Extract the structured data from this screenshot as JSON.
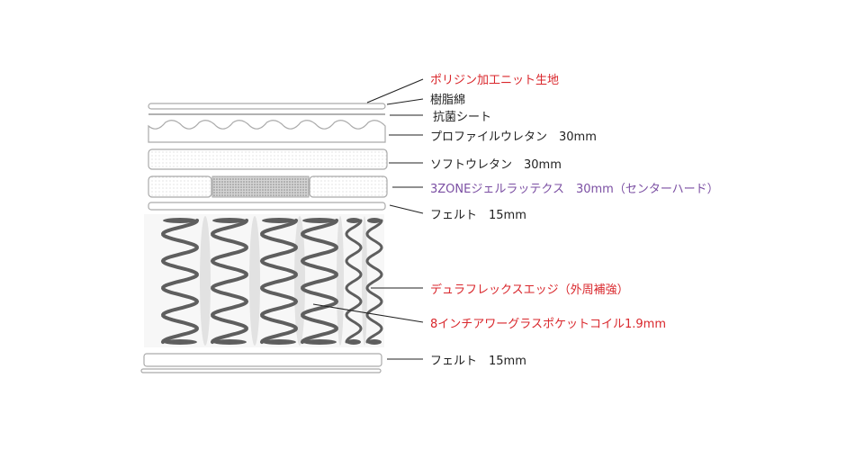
{
  "labels": {
    "cover": "ポリジン加工ニット生地",
    "resin_cotton": "樹脂綿",
    "antibacterial_sheet": "抗菌シート",
    "profile_urethane": "プロファイルウレタン　30mm",
    "soft_urethane": "ソフトウレタン　30mm",
    "gel_latex": "3ZONEジェルラッテクス　30mm（センターハード）",
    "felt_top": "フェルト　15mm",
    "duraflex_edge": "デュラフレックスエッジ（外周補強）",
    "pocket_coil": "8インチアワーグラスポケットコイル1.9mm",
    "felt_bottom": "フェルト　15mm"
  },
  "colors": {
    "highlight_red": "#d9262b",
    "highlight_purple": "#7b4fa3",
    "coil": "#5e5e5e"
  }
}
